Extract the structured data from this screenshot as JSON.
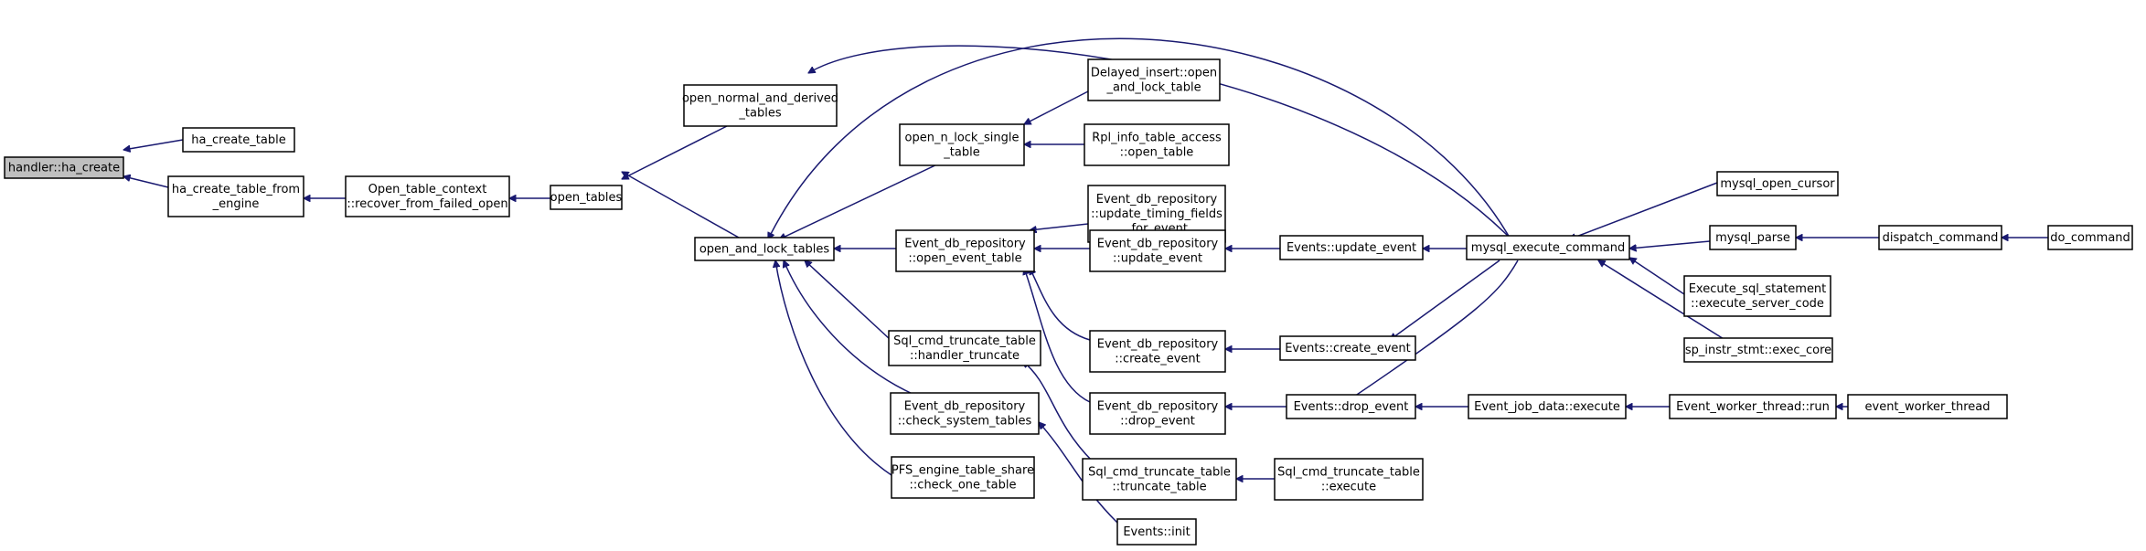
{
  "colors": {
    "edge": "#191970",
    "node_border": "#000000",
    "root_fill": "#bfbfbf",
    "node_fill": "#ffffff"
  },
  "nodes": [
    {
      "id": "ha_create",
      "lines": [
        "handler::ha_create"
      ],
      "highlight": true
    },
    {
      "id": "ha_create_table",
      "lines": [
        "ha_create_table"
      ]
    },
    {
      "id": "ha_create_table_from_engine",
      "lines": [
        "ha_create_table_from",
        "_engine"
      ]
    },
    {
      "id": "recover_from_failed_open",
      "lines": [
        "Open_table_context",
        "::recover_from_failed_open"
      ]
    },
    {
      "id": "open_tables",
      "lines": [
        "open_tables"
      ]
    },
    {
      "id": "open_normal_and_derived_tables",
      "lines": [
        "open_normal_and_derived",
        "_tables"
      ]
    },
    {
      "id": "open_and_lock_tables",
      "lines": [
        "open_and_lock_tables"
      ]
    },
    {
      "id": "open_n_lock_single_table",
      "lines": [
        "open_n_lock_single",
        "_table"
      ]
    },
    {
      "id": "delayed_insert_open_and_lock_table",
      "lines": [
        "Delayed_insert::open",
        "_and_lock_table"
      ]
    },
    {
      "id": "rpl_info_table_access_open_table",
      "lines": [
        "Rpl_info_table_access",
        "::open_table"
      ]
    },
    {
      "id": "update_timing_fields_for_event",
      "lines": [
        "Event_db_repository",
        "::update_timing_fields",
        "_for_event"
      ]
    },
    {
      "id": "open_event_table",
      "lines": [
        "Event_db_repository",
        "::open_event_table"
      ]
    },
    {
      "id": "repo_update_event",
      "lines": [
        "Event_db_repository",
        "::update_event"
      ]
    },
    {
      "id": "repo_create_event",
      "lines": [
        "Event_db_repository",
        "::create_event"
      ]
    },
    {
      "id": "repo_drop_event",
      "lines": [
        "Event_db_repository",
        "::drop_event"
      ]
    },
    {
      "id": "handler_truncate",
      "lines": [
        "Sql_cmd_truncate_table",
        "::handler_truncate"
      ]
    },
    {
      "id": "check_system_tables",
      "lines": [
        "Event_db_repository",
        "::check_system_tables"
      ]
    },
    {
      "id": "check_one_table",
      "lines": [
        "PFS_engine_table_share",
        "::check_one_table"
      ]
    },
    {
      "id": "truncate_table",
      "lines": [
        "Sql_cmd_truncate_table",
        "::truncate_table"
      ]
    },
    {
      "id": "truncate_execute",
      "lines": [
        "Sql_cmd_truncate_table",
        "::execute"
      ]
    },
    {
      "id": "events_init",
      "lines": [
        "Events::init"
      ]
    },
    {
      "id": "events_update_event",
      "lines": [
        "Events::update_event"
      ]
    },
    {
      "id": "events_create_event",
      "lines": [
        "Events::create_event"
      ]
    },
    {
      "id": "events_drop_event",
      "lines": [
        "Events::drop_event"
      ]
    },
    {
      "id": "mysql_execute_command",
      "lines": [
        "mysql_execute_command"
      ]
    },
    {
      "id": "event_job_data_execute",
      "lines": [
        "Event_job_data::execute"
      ]
    },
    {
      "id": "event_worker_thread_run",
      "lines": [
        "Event_worker_thread::run"
      ]
    },
    {
      "id": "event_worker_thread",
      "lines": [
        "event_worker_thread"
      ]
    },
    {
      "id": "mysql_open_cursor",
      "lines": [
        "mysql_open_cursor"
      ]
    },
    {
      "id": "mysql_parse",
      "lines": [
        "mysql_parse"
      ]
    },
    {
      "id": "dispatch_command",
      "lines": [
        "dispatch_command"
      ]
    },
    {
      "id": "do_command",
      "lines": [
        "do_command"
      ]
    },
    {
      "id": "execute_server_code",
      "lines": [
        "Execute_sql_statement",
        "::execute_server_code"
      ]
    },
    {
      "id": "exec_core",
      "lines": [
        "sp_instr_stmt::exec_core"
      ]
    }
  ]
}
